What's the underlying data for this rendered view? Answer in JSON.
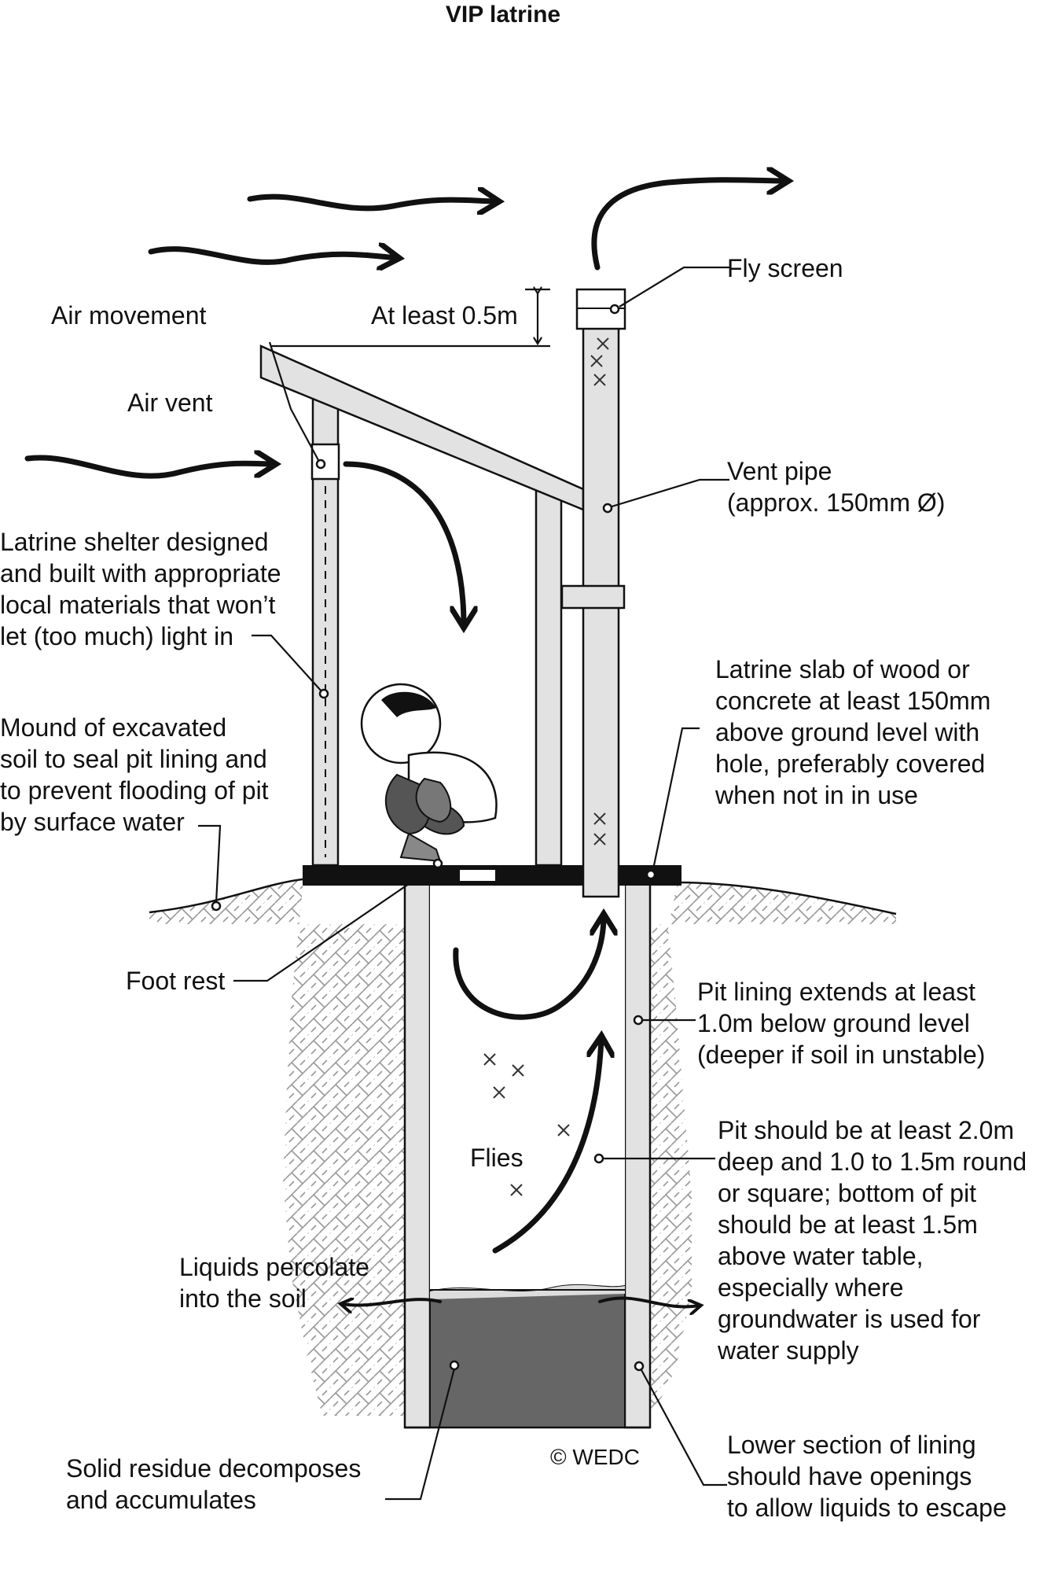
{
  "title": "VIP latrine",
  "copyright": "©  WEDC",
  "labels": {
    "air_movement": "Air movement",
    "at_least": "At least 0.5m",
    "fly_screen": "Fly screen",
    "air_vent": "Air vent",
    "vent_pipe": [
      "Vent pipe",
      "(approx. 150mm Ø)"
    ],
    "shelter": [
      "Latrine shelter designed",
      "and built with appropriate",
      "local materials that won’t",
      "let (too much) light in"
    ],
    "slab": [
      "Latrine slab of wood or",
      "concrete at least 150mm",
      "above ground level with",
      "hole, preferably covered",
      "when not in in use"
    ],
    "mound": [
      "Mound of excavated",
      "soil to seal pit lining and",
      "to prevent flooding of pit",
      "by surface water"
    ],
    "foot_rest": "Foot rest",
    "pit_lining": [
      "Pit lining extends at least",
      "1.0m below ground level",
      "(deeper if soil in unstable)"
    ],
    "flies": "Flies",
    "pit_depth": [
      "Pit should be at least 2.0m",
      "deep and 1.0 to 1.5m round",
      "or square; bottom of pit",
      "should be at least 1.5m",
      "above water table,",
      "especially where",
      "groundwater is used for",
      "water supply"
    ],
    "liquids": [
      "Liquids percolate",
      "into the soil"
    ],
    "solid": [
      "Solid residue decomposes",
      "and accumulates"
    ],
    "lower": [
      "Lower section of lining",
      "should have openings",
      "to allow liquids to escape"
    ]
  },
  "colors": {
    "ink": "#111111",
    "wood": "#e2e2e2",
    "soil_hatch": "#9a9a9a",
    "sludge": "#666666",
    "liquid": "#dcdcdc"
  }
}
